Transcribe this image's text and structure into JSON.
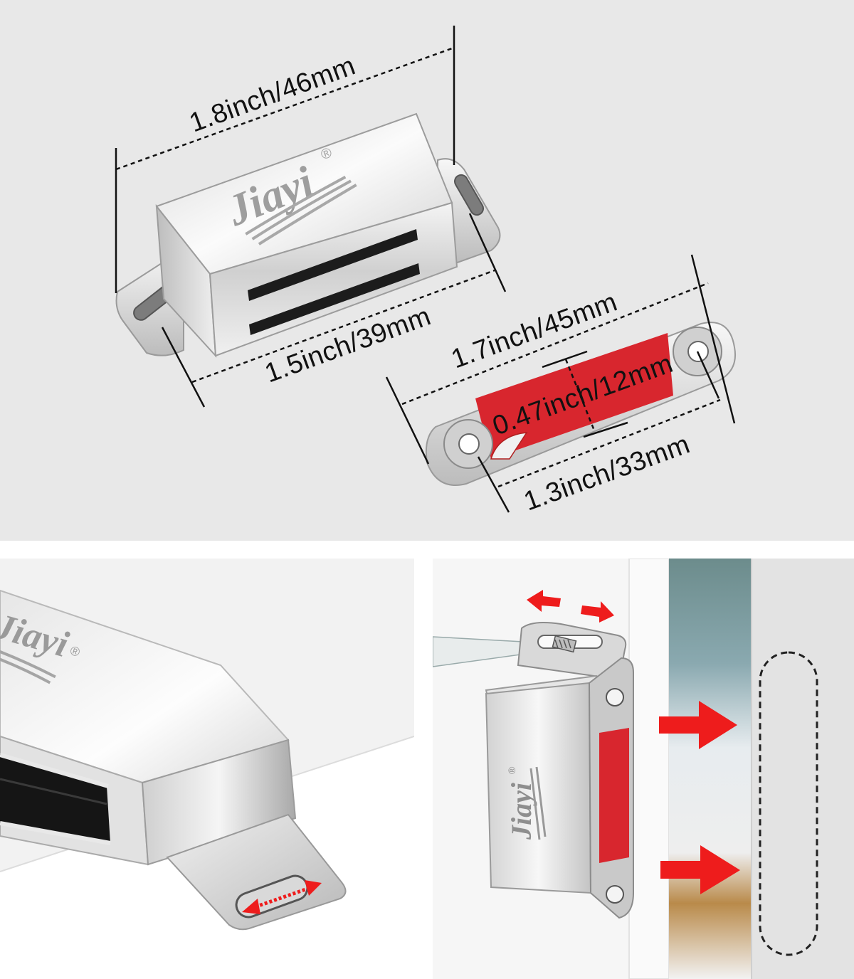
{
  "brand": {
    "name": "Jiayi",
    "registered_mark": "®"
  },
  "dimensions": {
    "catch_length": "1.8inch/46mm",
    "catch_body": "1.5inch/39mm",
    "plate_length": "1.7inch/45mm",
    "plate_width": "0.47inch/12mm",
    "plate_hole_spacing": "1.3inch/33mm"
  },
  "colors": {
    "background": "#e8e8e8",
    "steel": "#c9c9c9",
    "adhesive_red": "#d8262e",
    "arrow_red": "#ee1c1c",
    "dimension_line": "#111111"
  },
  "icons": {
    "adjust_arrows": "double-headed-arrow-icon",
    "push_arrows": "right-arrow-icon",
    "contact_outline": "dashed-rounded-rect-icon"
  }
}
